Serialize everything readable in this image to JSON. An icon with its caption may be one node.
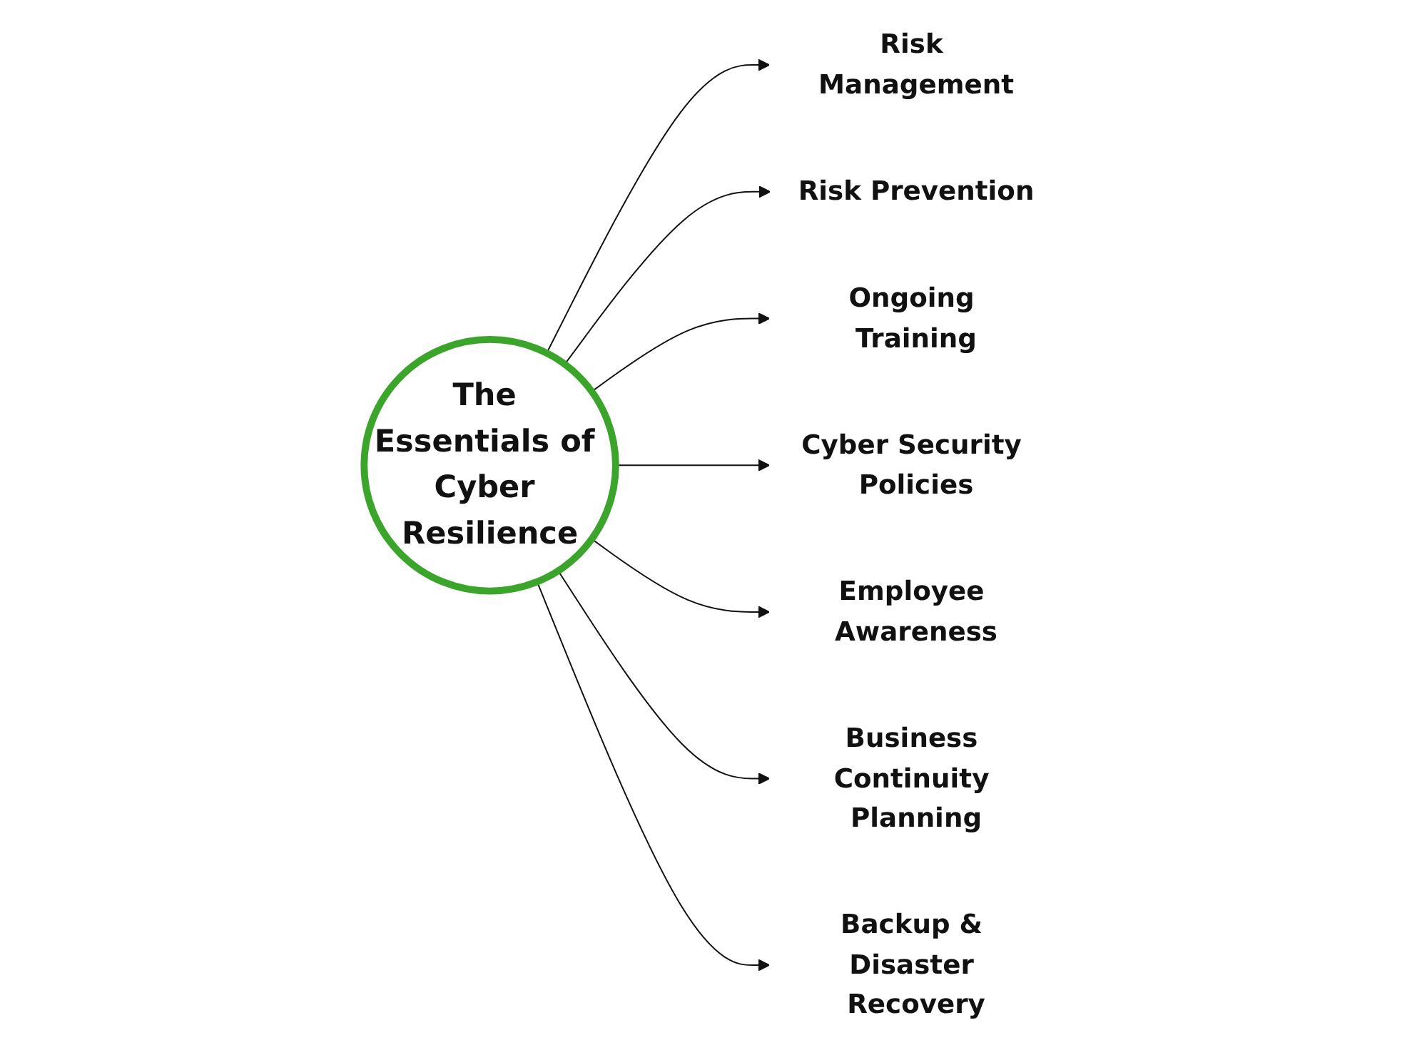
{
  "diagram": {
    "nodes": [
      {
        "text": [
          "The Essentials of Cyber Resilience"
        ]
      },
      {
        "text": [
          "Risk Management"
        ]
      },
      {
        "text": [
          "Risk Prevention"
        ]
      },
      {
        "text": [
          "Ongoing Training"
        ]
      },
      {
        "text": [
          "Cyber Security Policies"
        ]
      },
      {
        "text": [
          "Employee Awareness"
        ]
      },
      {
        "text": [
          "Business Continuity Planning"
        ]
      },
      {
        "text": [
          "Backup & Disaster Recovery"
        ]
      }
    ],
    "edges": [
      {
        "from": 0,
        "to": 1,
        "arrow": "to"
      },
      {
        "from": 0,
        "to": 2,
        "arrow": "to"
      },
      {
        "from": 0,
        "to": 3,
        "arrow": "to"
      },
      {
        "from": 0,
        "to": 4,
        "arrow": "to"
      },
      {
        "from": 0,
        "to": 5,
        "arrow": "to"
      },
      {
        "from": 0,
        "to": 6,
        "arrow": "to"
      },
      {
        "from": 0,
        "to": 7,
        "arrow": "to"
      }
    ]
  }
}
